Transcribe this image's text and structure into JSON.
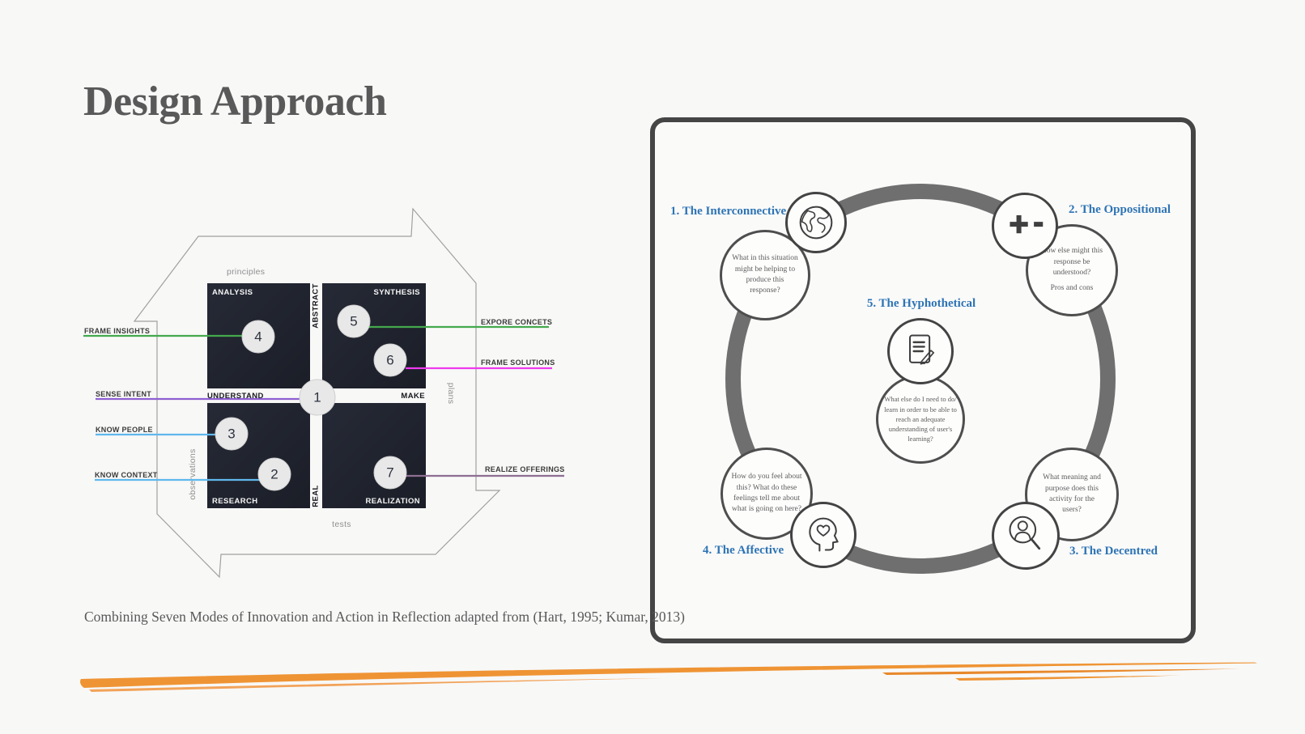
{
  "slide": {
    "title": "Design Approach",
    "caption": "Combining Seven Modes of Innovation and Action in Reflection adapted from (Hart, 1995; Kumar, 2013)",
    "colors": {
      "background": "#f8f8f7",
      "accent_orange": "#EF9434",
      "heading_blue": "#2E74B5",
      "quadrant_dark": "#20232D",
      "ring_gray": "#6F6F6F",
      "line_green": "#44A84C",
      "line_light_blue": "#5FB8EC",
      "line_magenta": "#EE3BEE",
      "line_purple": "#8E5FD1",
      "line_mauve": "#8E6E92"
    }
  },
  "matrix": {
    "corner_labels": {
      "top": "principles",
      "bottom": "tests",
      "left": "observations",
      "right": "plans"
    },
    "axis": {
      "vertical_top": "ABSTRACT",
      "vertical_bottom": "REAL",
      "horizontal_left": "UNDERSTAND",
      "horizontal_right": "MAKE"
    },
    "quadrants": {
      "top_left": "ANALYSIS",
      "top_right": "SYNTHESIS",
      "bottom_left": "RESEARCH",
      "bottom_right": "REALIZATION"
    },
    "numbers": [
      "1",
      "2",
      "3",
      "4",
      "5",
      "6",
      "7"
    ],
    "side_labels": {
      "frame_insights": "FRAME INSIGHTS",
      "sense_intent": "SENSE INTENT",
      "know_people": "KNOW PEOPLE",
      "know_context": "KNOW CONTEXT",
      "expore_concets": "EXPORE CONCETS",
      "frame_solutions": "FRAME SOLUTIONS",
      "realize_offerings": "REALIZE OFFERINGS"
    }
  },
  "reflection": {
    "modes": [
      {
        "num_label": "1. The Interconnective",
        "icon": "globe-icon",
        "question": "What in this situation might be helping to produce this response?"
      },
      {
        "num_label": "2. The Oppositional",
        "icon": "plus-minus-icon",
        "question": "How else might this response be understood?",
        "note": "Pros and cons"
      },
      {
        "num_label": "3. The Decentred",
        "icon": "person-magnifier-icon",
        "question": "What meaning and purpose does this activity for the users?"
      },
      {
        "num_label": "4. The Affective",
        "icon": "head-heart-icon",
        "question": "How do you feel about this? What do these feelings tell me about what is going on here?"
      },
      {
        "num_label": "5. The Hyphothetical",
        "icon": "document-pencil-icon",
        "question": "What else do I need to do/ learn in order to be able to reach an adequate understanding of user's learning?"
      }
    ]
  }
}
